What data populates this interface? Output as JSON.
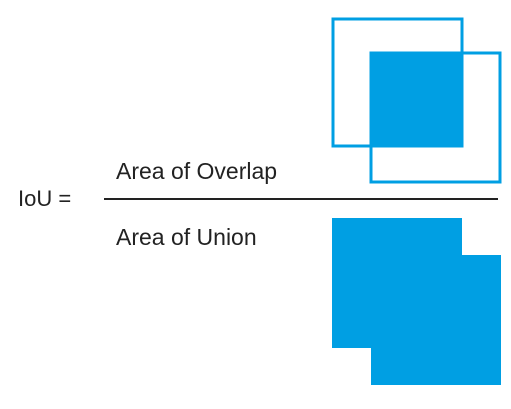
{
  "formula": {
    "lhs": "IoU =",
    "numerator": "Area of Overlap",
    "denominator": "Area of Union"
  },
  "colors": {
    "accent_blue": "#009fe3",
    "line": "#222222",
    "background": "#ffffff"
  },
  "icons": {
    "overlap_figure": "overlap-squares-icon",
    "union_figure": "union-squares-icon"
  }
}
